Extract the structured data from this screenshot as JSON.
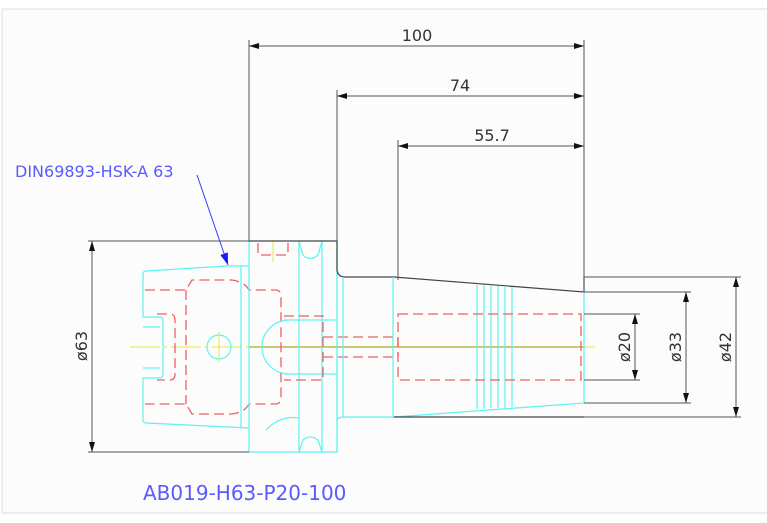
{
  "drawing": {
    "header_label": "DIN69893-HSK-A 63",
    "part_number": "AB019-H63-P20-100",
    "dimensions": {
      "overall_length": "100",
      "length_74": "74",
      "length_55_7": "55.7",
      "dia_63": "ø63",
      "dia_20": "ø20",
      "dia_33": "ø33",
      "dia_42": "ø42"
    },
    "colors": {
      "outline": "#5ff2f2",
      "hidden": "#f06060",
      "centerline": "#e8e840",
      "annotation": "#5a5aff",
      "dimension": "#555555"
    }
  }
}
